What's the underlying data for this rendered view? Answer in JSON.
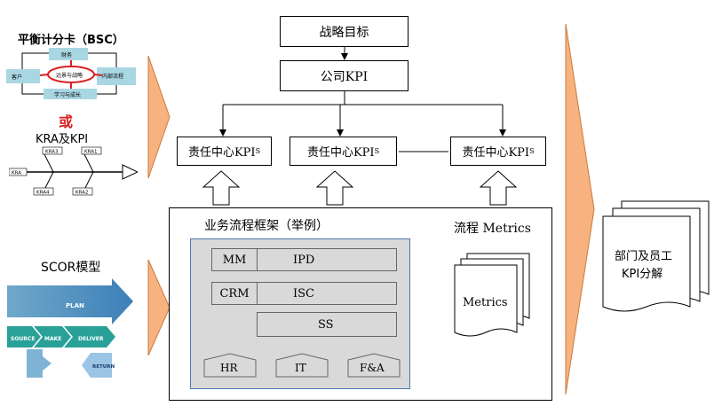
{
  "left": {
    "bsc_title": "平衡计分卡（BSC）",
    "bsc_labels": [
      "财务",
      "客户",
      "内部流程",
      "学习与成长",
      "远景与战略"
    ],
    "or_label": "或",
    "kra_title": "KRA及KPI",
    "kra_labels": [
      "KRA3",
      "KRA1",
      "KRA",
      "KRA4",
      "KRA2"
    ],
    "scor_title": "SCOR模型",
    "scor_labels": [
      "PLAN",
      "SOURCE",
      "MAKE",
      "DELIVER",
      "RETURN"
    ]
  },
  "top": {
    "strategy": "战略目标",
    "company_kpi": "公司KPI",
    "resp_center": "责任中心KPI",
    "resp_sub": "S"
  },
  "process": {
    "title": "业务流程框架（举例）",
    "metrics_title": "流程 Metrics",
    "rows": [
      {
        "tag": "MM",
        "label": "IPD"
      },
      {
        "tag": "CRM",
        "label": "ISC"
      },
      {
        "tag": "",
        "label": "SS"
      }
    ],
    "support": [
      "HR",
      "IT",
      "F&A"
    ],
    "metrics_doc": "Metrics"
  },
  "output": {
    "line1": "部门及员工",
    "line2": "KPI分解"
  },
  "colors": {
    "arrow_fill": "#f7b27f",
    "arrow_stroke": "#c97a3e",
    "gray": "#d9d9d9",
    "bsc_blue": "#a9d6e3",
    "scor_teal": "#2aa198",
    "scor_blue": "#4a90c8"
  }
}
